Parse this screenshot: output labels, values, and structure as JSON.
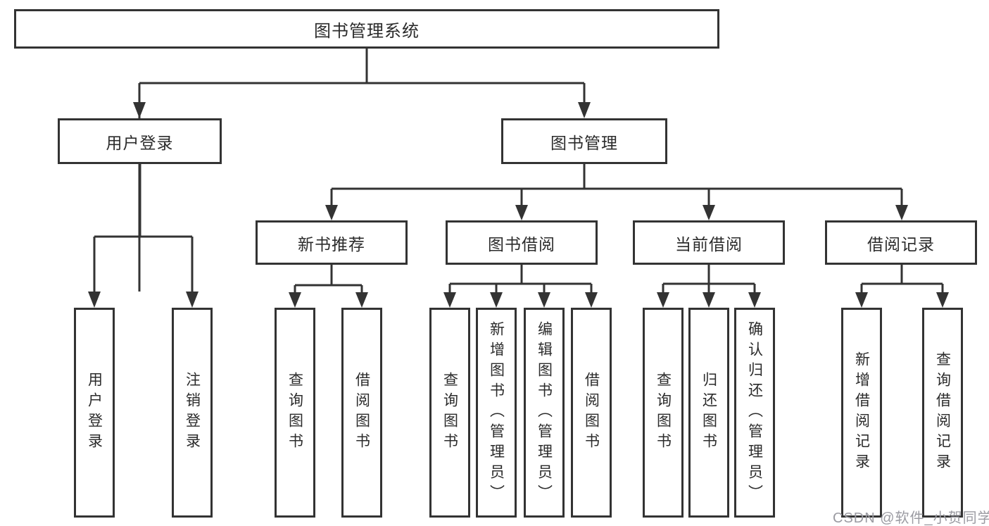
{
  "tree": {
    "root": {
      "label": "图书管理系统",
      "children": [
        {
          "label": "用户登录",
          "children": [
            {
              "label": "用户登录"
            },
            {
              "label": "注销登录"
            }
          ]
        },
        {
          "label": "图书管理",
          "children": [
            {
              "label": "新书推荐",
              "children": [
                {
                  "label": "查询图书"
                },
                {
                  "label": "借阅图书"
                }
              ]
            },
            {
              "label": "图书借阅",
              "children": [
                {
                  "label": "查询图书"
                },
                {
                  "label": "新增图书（管理员）"
                },
                {
                  "label": "编辑图书（管理员）"
                },
                {
                  "label": "借阅图书"
                }
              ]
            },
            {
              "label": "当前借阅",
              "children": [
                {
                  "label": "查询图书"
                },
                {
                  "label": "归还图书"
                },
                {
                  "label": "确认归还（管理员）"
                }
              ]
            },
            {
              "label": "借阅记录",
              "children": [
                {
                  "label": "新增借阅记录"
                },
                {
                  "label": "查询借阅记录"
                }
              ]
            }
          ]
        }
      ]
    }
  },
  "watermark": {
    "text": "CSDN @软件_小贺同学"
  },
  "colors": {
    "line": "#333333",
    "text": "#2b2b2b",
    "watermark": "#9b9ba2",
    "background": "#ffffff"
  }
}
